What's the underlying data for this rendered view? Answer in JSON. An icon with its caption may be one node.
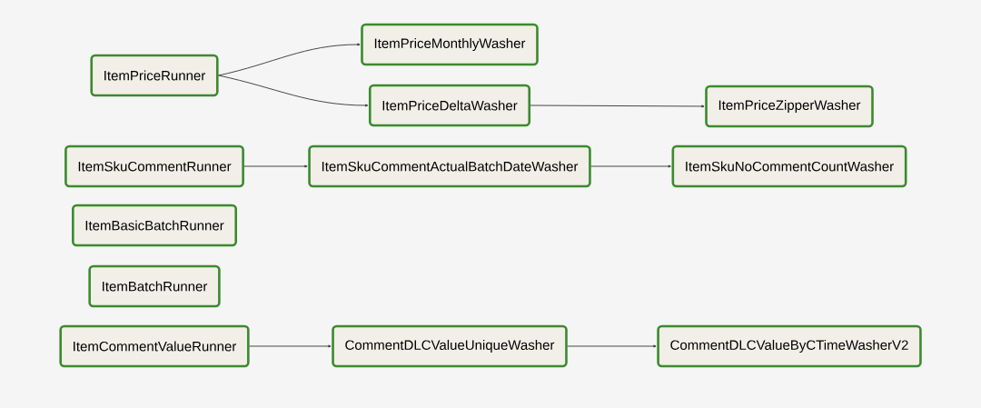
{
  "diagram": {
    "nodes": [
      {
        "text": [
          "ItemPriceRunner"
        ]
      },
      {
        "text": [
          "ItemPriceMonthlyWasher"
        ]
      },
      {
        "text": [
          "ItemPriceDeltaWasher"
        ]
      },
      {
        "text": [
          "ItemPriceZipperWasher"
        ]
      },
      {
        "text": [
          "ItemSkuCommentRunner"
        ]
      },
      {
        "text": [
          "ItemSkuCommentActualBatchDateWasher"
        ]
      },
      {
        "text": [
          "ItemSkuNoCommentCountWasher"
        ]
      },
      {
        "text": [
          "ItemBasicBatchRunner"
        ]
      },
      {
        "text": [
          "ItemBatchRunner"
        ]
      },
      {
        "text": [
          "ItemCommentValueRunner"
        ]
      },
      {
        "text": [
          "CommentDLCValueUniqueWasher"
        ]
      },
      {
        "text": [
          "CommentDLCValueByCTimeWasherV2"
        ]
      }
    ],
    "edges": [
      {
        "from": 0,
        "to": 1,
        "arrow": "to"
      },
      {
        "from": 0,
        "to": 2,
        "arrow": "to"
      },
      {
        "from": 2,
        "to": 3,
        "arrow": "to"
      },
      {
        "from": 4,
        "to": 5,
        "arrow": "to"
      },
      {
        "from": 5,
        "to": 6,
        "arrow": "to"
      },
      {
        "from": 9,
        "to": 10,
        "arrow": "to"
      },
      {
        "from": 10,
        "to": 11,
        "arrow": "to"
      }
    ]
  }
}
